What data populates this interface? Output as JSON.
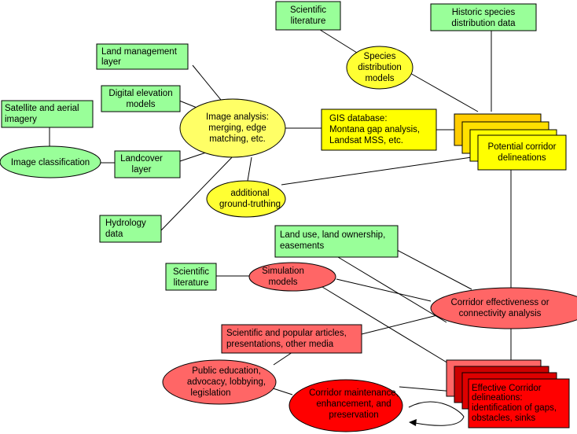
{
  "nodes": {
    "scientific_literature_top": [
      "Scientific",
      "literature"
    ],
    "historic_species": [
      "Historic species",
      "distribution data"
    ],
    "species_models": [
      "Species",
      "distribution",
      "models"
    ],
    "land_management": [
      "Land management",
      "layer"
    ],
    "digital_elevation": [
      "Digital elevation",
      "models"
    ],
    "satellite_imagery": [
      "Satellite and aerial",
      "imagery"
    ],
    "image_analysis": [
      "Image analysis:",
      "merging, edge",
      "matching, etc."
    ],
    "gis_database": [
      "GIS database:",
      "Montana gap analysis,",
      "Landsat MSS, etc."
    ],
    "potential_corridor": [
      "Potential corridor",
      "delineations"
    ],
    "image_classification": [
      "Image classification"
    ],
    "landcover_layer": [
      "Landcover",
      "layer"
    ],
    "additional_ground": [
      "additional",
      "ground-truthing"
    ],
    "hydrology_data": [
      "Hydrology",
      "data"
    ],
    "land_use": [
      "Land use, land ownership,",
      "easements"
    ],
    "scientific_literature_bottom": [
      "Scientific",
      "literature"
    ],
    "simulation_models": [
      "Simulation",
      "models"
    ],
    "corridor_effectiveness": [
      "Corridor effectiveness or",
      "connectivity analysis"
    ],
    "sci_popular_articles": [
      "Scientific and popular articles,",
      "presentations, other media"
    ],
    "public_education": [
      "Public education,",
      "advocacy, lobbying,",
      "legislation"
    ],
    "corridor_maintenance": [
      "Corridor maintenance,",
      "enhancement, and",
      "preservation"
    ],
    "effective_corridor": [
      "Effective Corridor",
      "delineations:",
      "identification of gaps,",
      "obstacles, sinks"
    ]
  },
  "colors": {
    "green": "#99ff99",
    "yellow": "#ffff00",
    "orange_dark": "#ffcc00",
    "salmon": "#ff6666",
    "red": "#ff0000",
    "dark_red": "#cc0000"
  }
}
